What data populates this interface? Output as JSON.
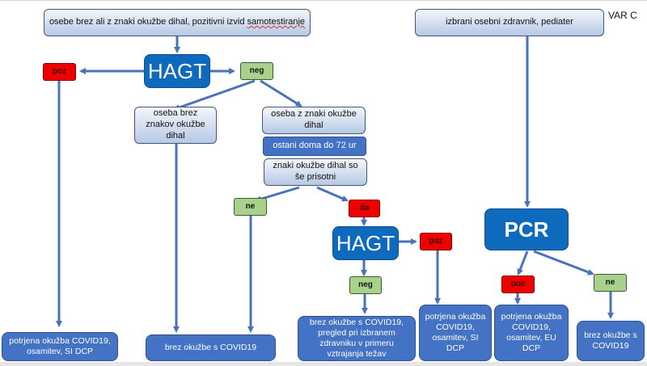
{
  "diagram": {
    "variant_label": "VAR C",
    "start_left": {
      "text_plain": "osebe brez ali z znaki okužbe dihal, pozitivni izvid ",
      "text_flagged": "samotestiranje"
    },
    "start_right": "izbrani osebni zdravnik, pediater",
    "hagt_1": "HAGT",
    "hagt_2": "HAGT",
    "pcr": "PCR",
    "hagt1_pos": "poz",
    "hagt1_neg": "neg",
    "no_symptoms": "oseba brez znakov okužbe dihal",
    "with_symptoms": "oseba z znaki okužbe dihal",
    "stay_home": "ostani doma do 72 ur",
    "still_symptoms": "znaki okužbe dihal so še prisotni",
    "symptoms_no": "ne",
    "symptoms_yes": "da",
    "hagt2_pos": "poz",
    "hagt2_neg": "neg",
    "pcr_pos": "poz",
    "pcr_neg": "ne",
    "results": {
      "confirmed_si_wide": "potrjena okužba COVID19, osamitev,  SI DCP",
      "no_infection_1": "brez okužbe s COVID19",
      "no_infection_followup": "brez okužbe s COVID19, pregled pri izbranem zdravniku v primeru vztrajanja težav",
      "confirmed_si": "potrjena okužba COVID19, osamitev,  SI DCP",
      "confirmed_eu": "potrjena okužba COVID19, osamitev,  EU DCP",
      "no_infection_2": "brez okužbe s COVID19"
    },
    "colors": {
      "connector": "#4a72b8",
      "hagt_pcr": "#0e6abd",
      "positive": "#ee0000",
      "negative": "#a9d18e",
      "result": "#4472c4"
    }
  }
}
